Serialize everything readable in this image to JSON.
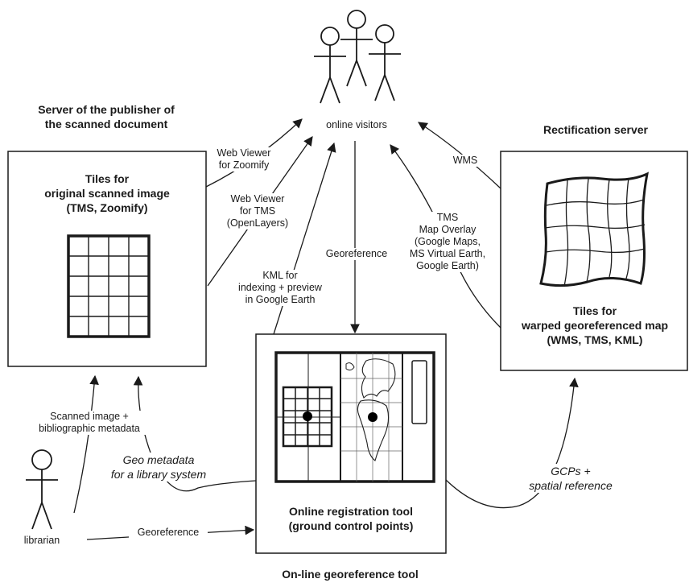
{
  "headings": {
    "publisher_server": "Server of the publisher of\nthe scanned document",
    "rectification_server": "Rectification server",
    "georeference_tool": "On-line georeference tool"
  },
  "boxes": {
    "original_tiles": "Tiles for\noriginal scanned image\n(TMS, Zoomify)",
    "warped_tiles": "Tiles for\nwarped georeferenced map\n(WMS, TMS, KML)",
    "registration_tool": "Online registration tool\n(ground control points)"
  },
  "actors": {
    "visitors": "online visitors",
    "librarian": "librarian"
  },
  "edges": {
    "web_viewer_zoomify": "Web Viewer\nfor Zoomify",
    "web_viewer_tms": "Web Viewer\nfor TMS\n(OpenLayers)",
    "kml": "KML for\nindexing + preview\nin Google Earth",
    "georeference_center": "Georeference",
    "tms_overlay": "TMS\nMap Overlay\n(Google Maps,\nMS Virtual Earth,\nGoogle Earth)",
    "wms": "WMS",
    "scanned_image": "Scanned image +\nbibliographic metadata",
    "geo_metadata": "Geo metadata\nfor a library system",
    "georeference_librarian": "Georeference",
    "gcps": "GCPs +\nspatial reference"
  }
}
